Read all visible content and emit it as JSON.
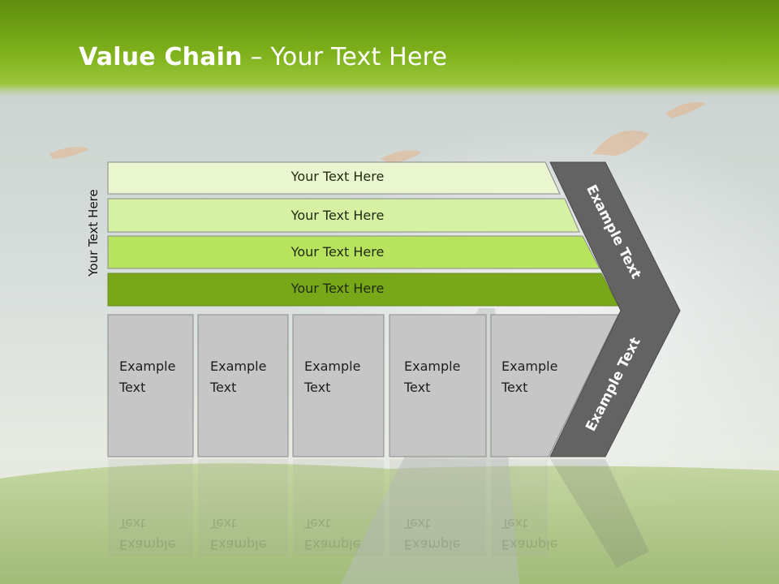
{
  "title": {
    "bold": "Value Chain",
    "rest": " – Your Text Here"
  },
  "side_label": "Your Text Here",
  "bars": [
    {
      "label": "Your Text Here",
      "color": "#eaf6cf"
    },
    {
      "label": "Your Text Here",
      "color": "#d6f0a4"
    },
    {
      "label": "Your Text Here",
      "color": "#b7e35f"
    },
    {
      "label": "Your Text Here",
      "color": "#78a81a"
    }
  ],
  "cells": [
    {
      "line1": "Example",
      "line2": "Text"
    },
    {
      "line1": "Example",
      "line2": "Text"
    },
    {
      "line1": "Example",
      "line2": "Text"
    },
    {
      "line1": "Example",
      "line2": "Text"
    },
    {
      "line1": "Example",
      "line2": "Text"
    }
  ],
  "arrow": {
    "upper_label": "Example Text",
    "lower_label": "Example Text"
  },
  "colors": {
    "header_green": "#7fb21c",
    "cell_gray": "#c6c6c6",
    "arrow_gray": "#636363"
  }
}
